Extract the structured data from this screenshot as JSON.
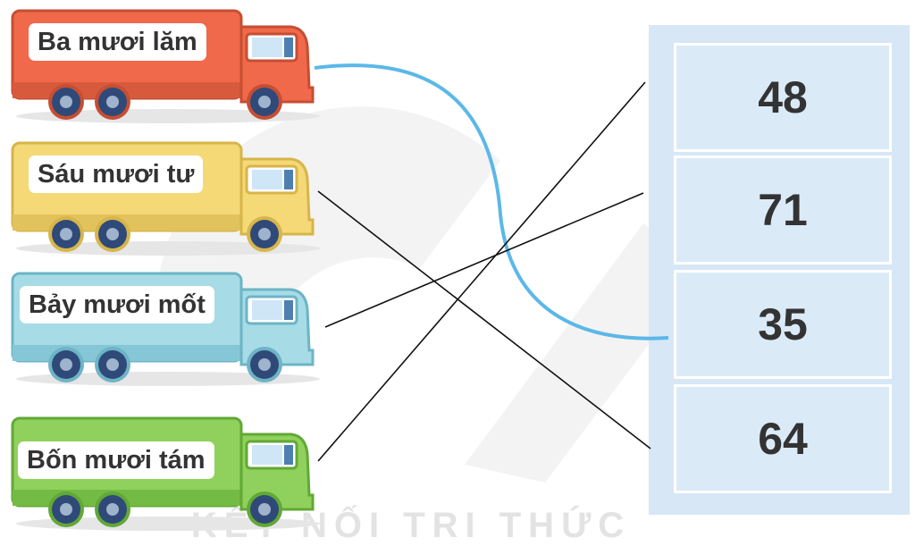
{
  "trucks": [
    {
      "label": "Ba mươi lăm",
      "body": "#f0694a",
      "body_dark": "#d85a3d",
      "trim": "#c64e33"
    },
    {
      "label": "Sáu mươi tư",
      "body": "#f5d977",
      "body_dark": "#e2c25c",
      "trim": "#d7b54a"
    },
    {
      "label": "Bảy mươi mốt",
      "body": "#a7dbe6",
      "body_dark": "#86c7d7",
      "trim": "#6db4c6"
    },
    {
      "label": "Bốn mươi tám",
      "body": "#8fd15c",
      "body_dark": "#74bb45",
      "trim": "#62a835"
    }
  ],
  "numbers": [
    "48",
    "71",
    "35",
    "64"
  ],
  "connections": [
    {
      "from": "Ba mươi lăm",
      "to": "35",
      "style": "curve",
      "color": "#5bb8e8"
    },
    {
      "from": "Sáu mươi tư",
      "to": "64",
      "style": "straight",
      "color": "#111111"
    },
    {
      "from": "Bảy mươi mốt",
      "to": "71",
      "style": "straight",
      "color": "#111111"
    },
    {
      "from": "Bốn mươi tám",
      "to": "48",
      "style": "straight",
      "color": "#111111"
    }
  ],
  "watermark_text": "KẾT NỐI TRI THỨC",
  "colors": {
    "panel": "#d7e7f6",
    "text": "#333333",
    "wheel": "#2f4a78"
  }
}
